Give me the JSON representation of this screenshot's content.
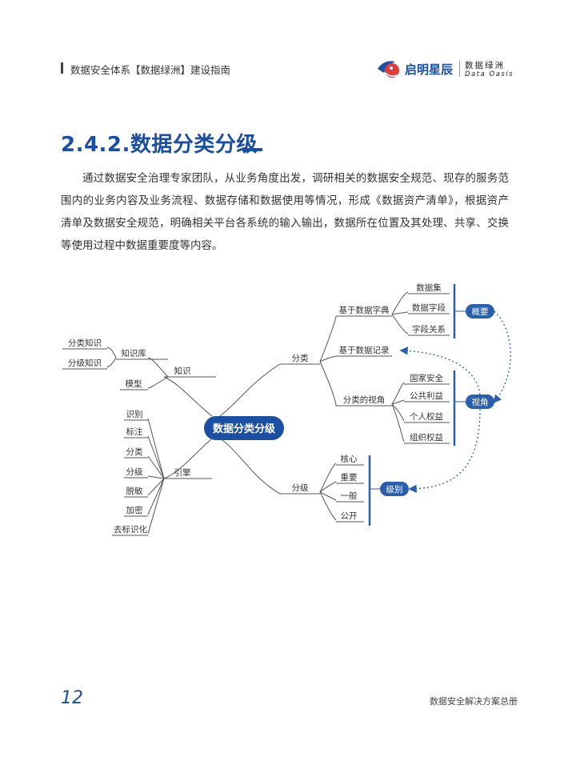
{
  "header": {
    "title": "数据安全体系【数据绿洲】建设指南",
    "brand_name": "启明星辰",
    "brand_sub_cn": "数据绿洲",
    "brand_sub_en": "Data Oasis"
  },
  "section": {
    "title": "2.4.2.数据分类分级",
    "paragraph": "通过数据安全治理专家团队，从业务角度出发，调研相关的数据安全规范、现存的服务范围内的业务内容及业务流程、数据存储和数据使用等情况，形成《数据资产清单》，根据资产清单及数据安全规范，明确相关平台各系统的输入输出，数据所在位置及其处理、共享、交换等使用过程中数据重要度等内容。"
  },
  "mindmap": {
    "center": "数据分类分级",
    "knowledge": {
      "label": "知识",
      "kb": "知识库",
      "kb_children": [
        "分类知识",
        "分级知识"
      ],
      "model": "模型"
    },
    "engine": {
      "label": "引擎",
      "children": [
        "识别",
        "标注",
        "分类",
        "分级",
        "脱敏",
        "加密",
        "去标识化"
      ]
    },
    "classify": {
      "label": "分类",
      "dict": "基于数据字典",
      "dict_children": [
        "数据集",
        "数据字段",
        "字段关系"
      ],
      "record": "基于数据记录",
      "view": "分类的视角",
      "view_children": [
        "国家安全",
        "公共利益",
        "个人权益",
        "组织权益"
      ]
    },
    "grading": {
      "label": "分级",
      "children": [
        "核心",
        "重要",
        "一般",
        "公开"
      ]
    },
    "pills": {
      "overview": "概要",
      "perspective": "视角",
      "level": "级别"
    }
  },
  "footer": {
    "page_number": "12",
    "doc_name": "数据安全解决方案总册"
  },
  "colors": {
    "brand_blue": "#1a4fa3",
    "pill_blue": "#2a5fae",
    "logo_red": "#e23a3a"
  }
}
